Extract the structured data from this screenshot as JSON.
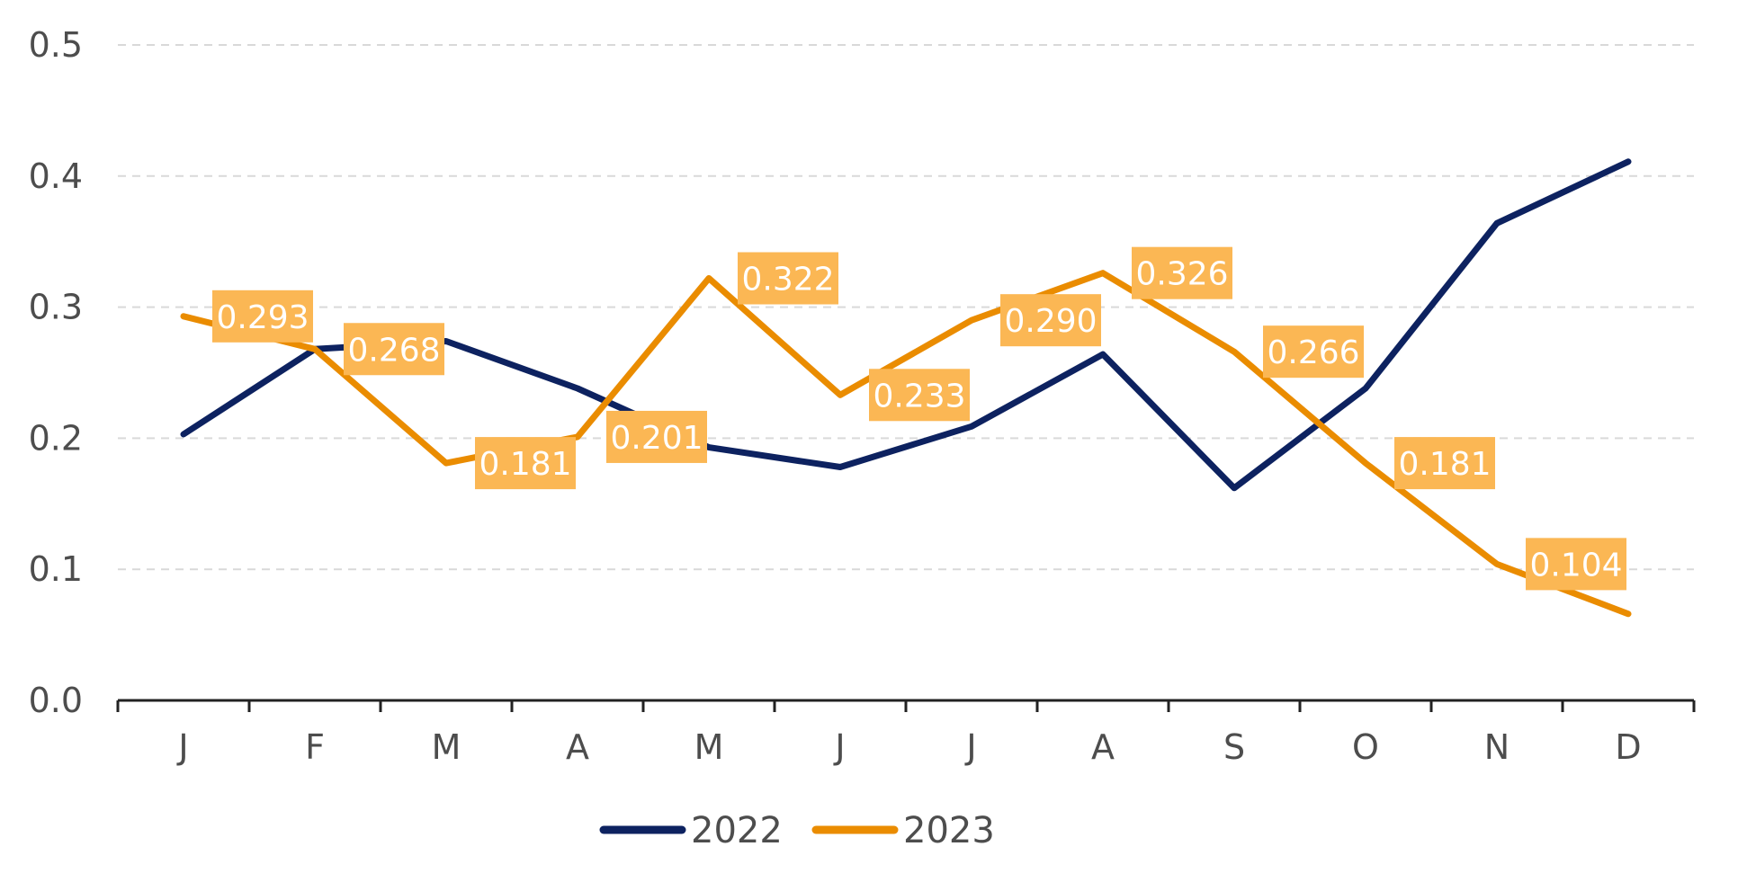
{
  "chart_data": {
    "type": "line",
    "title": "",
    "xlabel": "",
    "ylabel": "",
    "categories": [
      "J",
      "F",
      "M",
      "A",
      "M",
      "J",
      "J",
      "A",
      "S",
      "O",
      "N",
      "D"
    ],
    "ylim": [
      0,
      0.5
    ],
    "yticks": [
      "0.0",
      "0.1",
      "0.2",
      "0.3",
      "0.4",
      "0.5"
    ],
    "grid": true,
    "legend_position": "bottom",
    "series": [
      {
        "name": "2022",
        "color": "#0d2260",
        "values": [
          0.203,
          0.268,
          0.274,
          0.238,
          0.193,
          0.178,
          0.209,
          0.264,
          0.162,
          0.238,
          0.364,
          0.411
        ],
        "labels": []
      },
      {
        "name": "2023",
        "color": "#ea8c00",
        "label_bg": "#fbb754",
        "values": [
          0.293,
          0.268,
          0.181,
          0.201,
          0.322,
          0.233,
          0.29,
          0.326,
          0.266,
          0.181,
          0.104,
          0.066
        ],
        "labels": [
          "0.293",
          "0.268",
          "0.181",
          "0.201",
          "0.322",
          "0.233",
          "0.290",
          "0.326",
          "0.266",
          "0.181",
          "0.104",
          ""
        ]
      }
    ]
  }
}
